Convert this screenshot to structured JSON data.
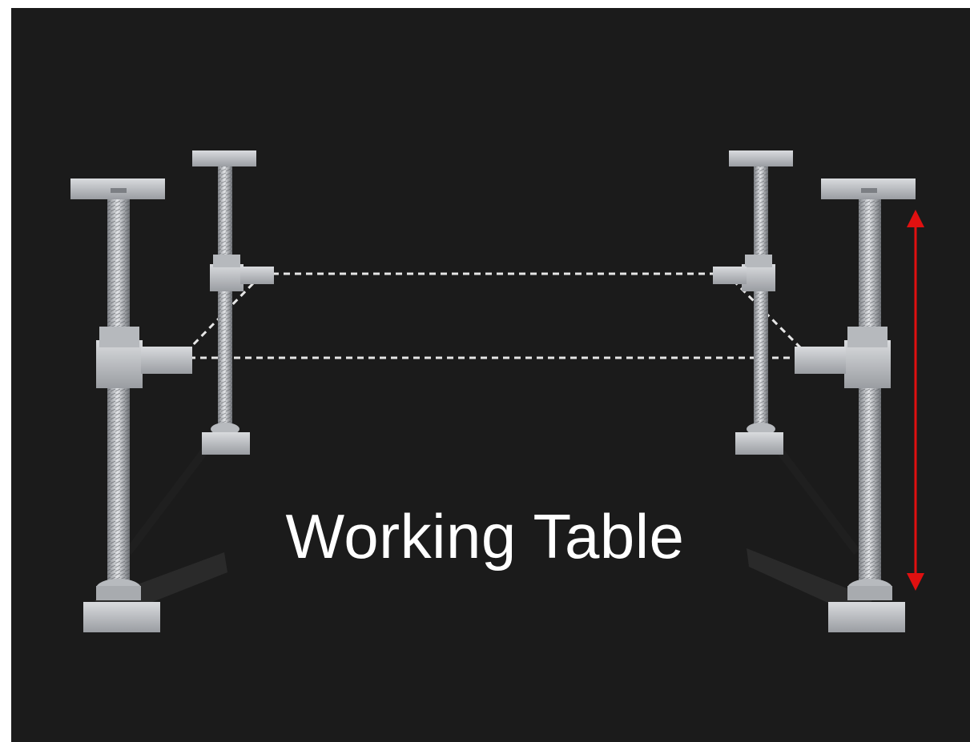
{
  "caption": "Working Table",
  "colors": {
    "background": "#1b1b1b",
    "steel": "#c9cbcf",
    "steel_dark": "#8d9095",
    "dashed_line": "#e6e6e6",
    "arrow": "#e01010",
    "belt": "#2e2e2e"
  },
  "icons": [
    "screw-jack-leg",
    "height-arrow"
  ]
}
